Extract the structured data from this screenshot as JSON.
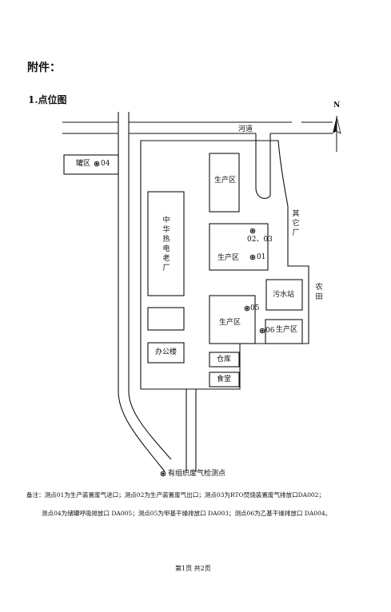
{
  "header": {
    "attachment": "附件：",
    "section_title": "1.点位图"
  },
  "map": {
    "north": "N",
    "river": "河道",
    "tank_area": "罐区",
    "production_areas": [
      "生产区",
      "生产区",
      "生产区",
      "生产区"
    ],
    "zhonghua_plant": "中华热电老厂",
    "zhonghua_lines": [
      "中华",
      "热电",
      "老厂"
    ],
    "other_factory_lines": [
      "其",
      "它",
      "厂"
    ],
    "farmland_lines": [
      "农",
      "田"
    ],
    "sewage_station": "污水站",
    "office": "办公楼",
    "warehouse": "仓库",
    "canteen": "食堂",
    "points": {
      "p01": "01",
      "p0203": "02、03",
      "p04": "04",
      "p05": "05",
      "p06": "06"
    }
  },
  "legend": {
    "label": "有组织废气检测点"
  },
  "notes": {
    "line1": "备注：测点01为生产装置废气进口；测点02为生产装置废气出口；测点03为RTO焚烧装置废气排放口DA002；",
    "line2": "测点04为储罐呼吸排放口 DA005；测点05为甲基干燥排放口 DA003；测点06为乙基干燥排放口 DA004。"
  },
  "footer": {
    "page_info": "第1页 共2页"
  }
}
